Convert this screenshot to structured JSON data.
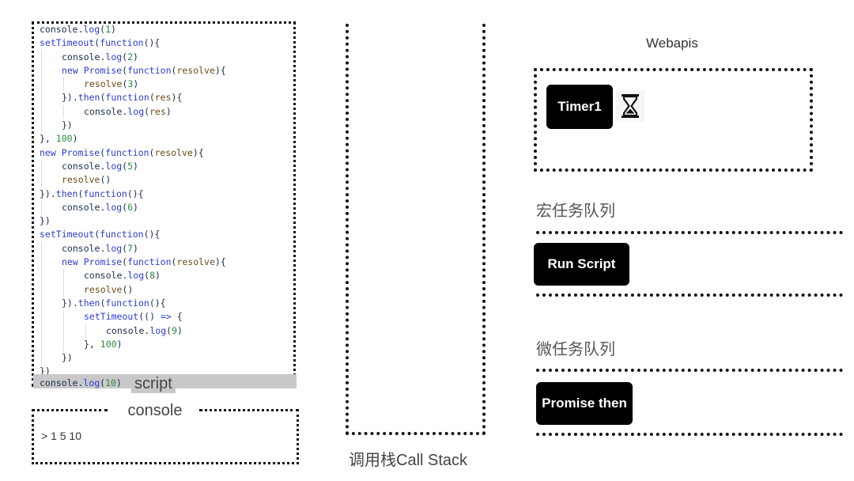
{
  "script_panel": {
    "label": "script",
    "code_lines": [
      {
        "indent": 0,
        "segs": [
          [
            "plain",
            "console."
          ],
          [
            "fn",
            "log"
          ],
          [
            "plain",
            "("
          ],
          [
            "num",
            "1"
          ],
          [
            "plain",
            ")"
          ]
        ]
      },
      {
        "indent": 0,
        "segs": [
          [
            "fn",
            "setTimeout"
          ],
          [
            "plain",
            "("
          ],
          [
            "kw",
            "function"
          ],
          [
            "plain",
            "(){"
          ]
        ]
      },
      {
        "indent": 1,
        "segs": [
          [
            "plain",
            "console."
          ],
          [
            "fn",
            "log"
          ],
          [
            "plain",
            "("
          ],
          [
            "num",
            "2"
          ],
          [
            "plain",
            ")"
          ]
        ]
      },
      {
        "indent": 1,
        "segs": [
          [
            "kw",
            "new "
          ],
          [
            "fn",
            "Promise"
          ],
          [
            "plain",
            "("
          ],
          [
            "kw",
            "function"
          ],
          [
            "plain",
            "("
          ],
          [
            "id",
            "resolve"
          ],
          [
            "plain",
            "){"
          ]
        ]
      },
      {
        "indent": 2,
        "segs": [
          [
            "id",
            "resolve"
          ],
          [
            "plain",
            "("
          ],
          [
            "num",
            "3"
          ],
          [
            "plain",
            ")"
          ]
        ]
      },
      {
        "indent": 1,
        "segs": [
          [
            "plain",
            "})."
          ],
          [
            "fn",
            "then"
          ],
          [
            "plain",
            "("
          ],
          [
            "kw",
            "function"
          ],
          [
            "plain",
            "("
          ],
          [
            "id",
            "res"
          ],
          [
            "plain",
            "){"
          ]
        ]
      },
      {
        "indent": 2,
        "segs": [
          [
            "plain",
            "console."
          ],
          [
            "fn",
            "log"
          ],
          [
            "plain",
            "("
          ],
          [
            "id",
            "res"
          ],
          [
            "plain",
            ")"
          ]
        ]
      },
      {
        "indent": 1,
        "segs": [
          [
            "plain",
            "})"
          ]
        ]
      },
      {
        "indent": 0,
        "segs": [
          [
            "plain",
            "}, "
          ],
          [
            "num",
            "100"
          ],
          [
            "plain",
            ")"
          ]
        ]
      },
      {
        "indent": 0,
        "segs": [
          [
            "kw",
            "new "
          ],
          [
            "fn",
            "Promise"
          ],
          [
            "plain",
            "("
          ],
          [
            "kw",
            "function"
          ],
          [
            "plain",
            "("
          ],
          [
            "id",
            "resolve"
          ],
          [
            "plain",
            "){"
          ]
        ]
      },
      {
        "indent": 1,
        "segs": [
          [
            "plain",
            "console."
          ],
          [
            "fn",
            "log"
          ],
          [
            "plain",
            "("
          ],
          [
            "num",
            "5"
          ],
          [
            "plain",
            ")"
          ]
        ]
      },
      {
        "indent": 1,
        "segs": [
          [
            "id",
            "resolve"
          ],
          [
            "plain",
            "()"
          ]
        ]
      },
      {
        "indent": 0,
        "segs": [
          [
            "plain",
            "})."
          ],
          [
            "fn",
            "then"
          ],
          [
            "plain",
            "("
          ],
          [
            "kw",
            "function"
          ],
          [
            "plain",
            "(){"
          ]
        ]
      },
      {
        "indent": 1,
        "segs": [
          [
            "plain",
            "console."
          ],
          [
            "fn",
            "log"
          ],
          [
            "plain",
            "("
          ],
          [
            "num",
            "6"
          ],
          [
            "plain",
            ")"
          ]
        ]
      },
      {
        "indent": 0,
        "segs": [
          [
            "plain",
            "})"
          ]
        ]
      },
      {
        "indent": 0,
        "segs": [
          [
            "fn",
            "setTimeout"
          ],
          [
            "plain",
            "("
          ],
          [
            "kw",
            "function"
          ],
          [
            "plain",
            "(){"
          ]
        ]
      },
      {
        "indent": 1,
        "segs": [
          [
            "plain",
            "console."
          ],
          [
            "fn",
            "log"
          ],
          [
            "plain",
            "("
          ],
          [
            "num",
            "7"
          ],
          [
            "plain",
            ")"
          ]
        ]
      },
      {
        "indent": 1,
        "segs": [
          [
            "kw",
            "new "
          ],
          [
            "fn",
            "Promise"
          ],
          [
            "plain",
            "("
          ],
          [
            "kw",
            "function"
          ],
          [
            "plain",
            "("
          ],
          [
            "id",
            "resolve"
          ],
          [
            "plain",
            "){"
          ]
        ]
      },
      {
        "indent": 2,
        "segs": [
          [
            "plain",
            "console."
          ],
          [
            "fn",
            "log"
          ],
          [
            "plain",
            "("
          ],
          [
            "num",
            "8"
          ],
          [
            "plain",
            ")"
          ]
        ]
      },
      {
        "indent": 2,
        "segs": [
          [
            "id",
            "resolve"
          ],
          [
            "plain",
            "()"
          ]
        ]
      },
      {
        "indent": 1,
        "segs": [
          [
            "plain",
            "})."
          ],
          [
            "fn",
            "then"
          ],
          [
            "plain",
            "("
          ],
          [
            "kw",
            "function"
          ],
          [
            "plain",
            "(){"
          ]
        ]
      },
      {
        "indent": 2,
        "segs": [
          [
            "fn",
            "setTimeout"
          ],
          [
            "plain",
            "(() "
          ],
          [
            "kw",
            "=>"
          ],
          [
            "plain",
            " {"
          ]
        ]
      },
      {
        "indent": 3,
        "segs": [
          [
            "plain",
            "console."
          ],
          [
            "fn",
            "log"
          ],
          [
            "plain",
            "("
          ],
          [
            "num",
            "9"
          ],
          [
            "plain",
            ")"
          ]
        ]
      },
      {
        "indent": 2,
        "segs": [
          [
            "plain",
            "}, "
          ],
          [
            "num",
            "100"
          ],
          [
            "plain",
            ")"
          ]
        ]
      },
      {
        "indent": 1,
        "segs": [
          [
            "plain",
            "})"
          ]
        ]
      },
      {
        "indent": 0,
        "segs": [
          [
            "plain",
            "})"
          ]
        ]
      }
    ],
    "highlighted_line": {
      "indent": 0,
      "segs": [
        [
          "plain",
          "console."
        ],
        [
          "fn",
          "log"
        ],
        [
          "plain",
          "("
        ],
        [
          "num",
          "10"
        ],
        [
          "plain",
          ")"
        ]
      ]
    }
  },
  "console_panel": {
    "label": "console",
    "output": "> 1  5  10"
  },
  "call_stack": {
    "label": "调用栈Call Stack"
  },
  "webapis": {
    "label": "Webapis",
    "task_label": "Timer1",
    "icon": "hourglass-icon"
  },
  "macro_queue": {
    "label": "宏任务队列",
    "task_label": "Run Script"
  },
  "micro_queue": {
    "label": "微任务队列",
    "task_label": "Promise then"
  },
  "colors": {
    "keyword": "#2c3bd6",
    "number": "#2b8a3e",
    "identifier": "#6b4b16",
    "task_bg": "#000000",
    "highlight_bg": "#c8c8c8"
  }
}
